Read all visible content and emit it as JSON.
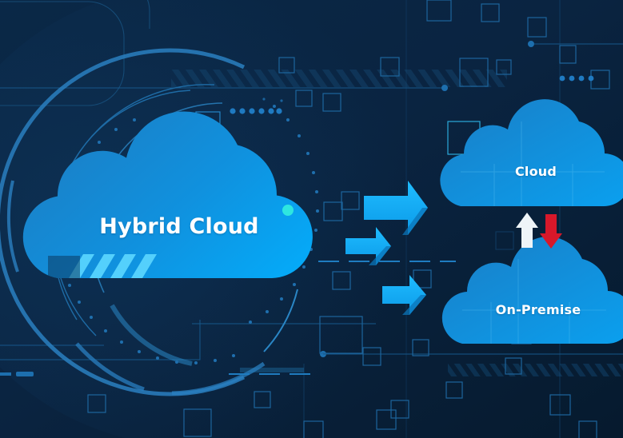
{
  "scene": {
    "title": "Hybrid Cloud diagram",
    "background_color": "#0a2442",
    "background_color_dark": "#061a2e"
  },
  "clouds": {
    "main": {
      "label": "Hybrid Cloud",
      "gradient_from": "#1c7ec4",
      "gradient_to": "#05a9f7",
      "accent_dot_color": "#2ee6e0",
      "stripe_color": "#4fd2ff"
    },
    "cloud": {
      "label": "Cloud",
      "gradient_from": "#1a7ec6",
      "gradient_to": "#0aa0ef"
    },
    "onpremise": {
      "label": "On-Premise",
      "gradient_from": "#1a7ec6",
      "gradient_to": "#0aa0ef"
    }
  },
  "arrows": {
    "flow_color": "#13b0ff",
    "flow_shadow_color": "#0b74b8",
    "flow_count": 3,
    "upload_color": "#eef4f8",
    "download_color": "#d7182a",
    "upload_name": "up-arrow",
    "download_name": "down-arrow"
  },
  "decor": {
    "arc_color": "#1e5f93",
    "arc_color_bright": "#2a7fc0",
    "square_outline_color": "#1b5d92",
    "dot_color": "#1d6da8",
    "hatch_color": "#123a5e",
    "dashed_line_color": "#1f7cc0",
    "grid_line_color": "#15527f"
  }
}
